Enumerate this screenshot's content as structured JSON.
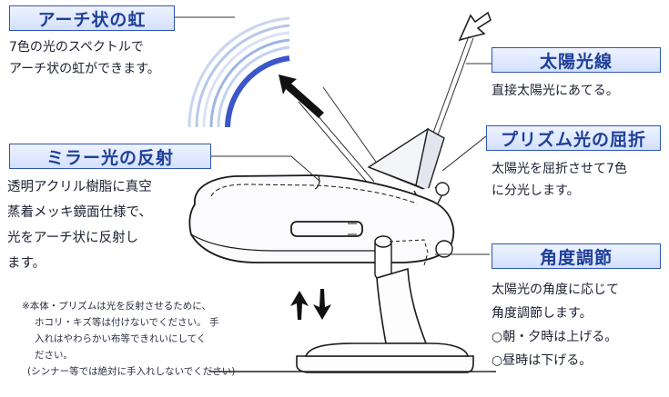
{
  "rainbow": {
    "title": "アーチ状の虹",
    "lines": [
      "7色の光のスペクトルで",
      "アーチ状の虹ができます。"
    ]
  },
  "sunlight": {
    "title": "太陽光線",
    "lines": [
      "直接太陽光にあてる。"
    ]
  },
  "prism": {
    "title": "プリズム光の屈折",
    "lines": [
      "太陽光を屈折させて7色",
      "に分光します。"
    ]
  },
  "mirror": {
    "title": "ミラー光の反射",
    "lines": [
      "透明アクリル樹脂に真空",
      "蒸着メッキ鏡面仕様で、",
      "光をアーチ状に反射し",
      "ます。"
    ]
  },
  "angle": {
    "title": "角度調節",
    "lines": [
      "太陽光の角度に応じて",
      "角度調節します。",
      "○朝・夕時は上げる。",
      "○昼時は下げる。"
    ]
  },
  "care_note": {
    "lines": [
      "※本体・プリズムは光を反射させるために、",
      "ホコリ・キズ等は付けないでください。 手",
      "入れはやわらかい布等できれいにしてく",
      "ださい。",
      "(シンナー等では絶対に手入れしないでください)"
    ]
  },
  "colors": {
    "header_border": "#2f55b8",
    "header_text": "#1e3f97",
    "header_fill": "#dde7ff",
    "rainbow_blue": "#3a56c8",
    "rainbow_light": "#aac0ea"
  }
}
